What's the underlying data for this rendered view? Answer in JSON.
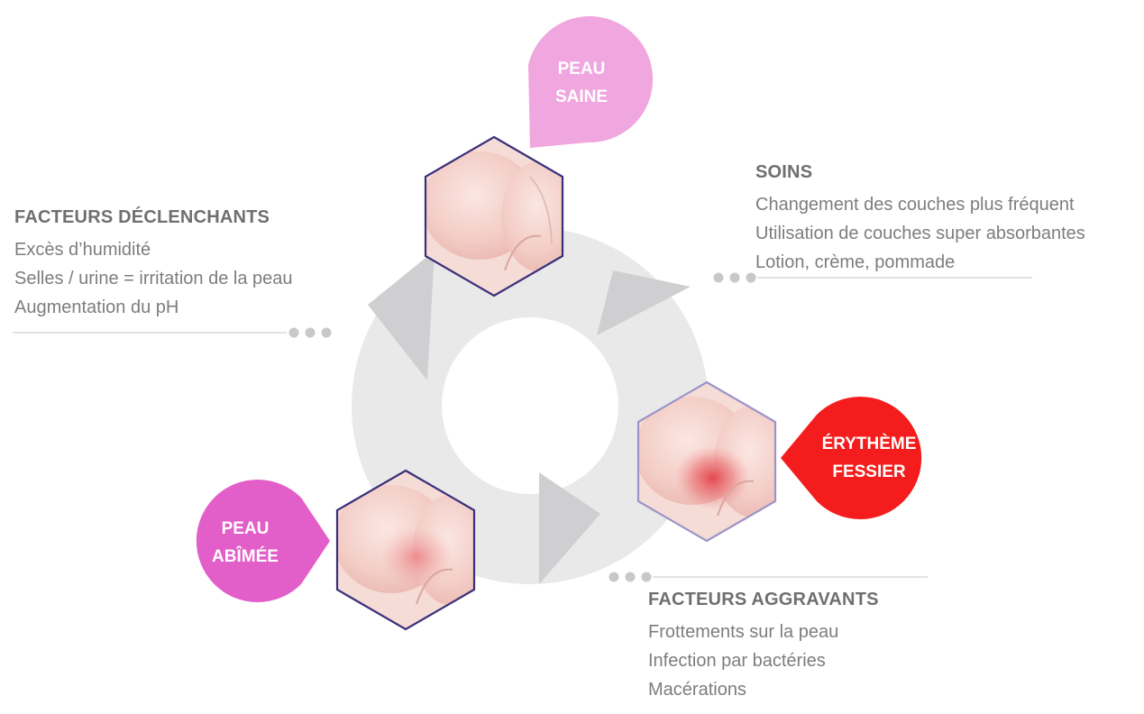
{
  "stages": {
    "healthy": "PEAU\nSAINE",
    "erythema": "ÉRYTHÈME\nFESSIER",
    "damaged": "PEAU\nABÎMÉE"
  },
  "blocks": {
    "triggers": {
      "heading": "FACTEURS DÉCLENCHANTS",
      "items": [
        "Excès d’humidité",
        "Selles / urine = irritation de la peau",
        "Augmentation du pH"
      ]
    },
    "care": {
      "heading": "SOINS",
      "items": [
        "Changement des couches plus fréquent",
        "Utilisation de couches super absorbantes",
        "Lotion, crème, pommade"
      ]
    },
    "aggravating": {
      "heading": "FACTEURS AGGRAVANTS",
      "items": [
        "Frottements sur la peau",
        "Infection par bactéries",
        "Macérations"
      ]
    }
  },
  "colors": {
    "healthy": "#f0a6de",
    "erythema": "#f41c1c",
    "damaged": "#e25ec8",
    "hexBorder": "#3a2f7a",
    "hexBorderLight": "#9c94c8",
    "cycle": "#e9e9ea",
    "arrow": "#cfcfd1",
    "text": "#7a7a7a"
  }
}
